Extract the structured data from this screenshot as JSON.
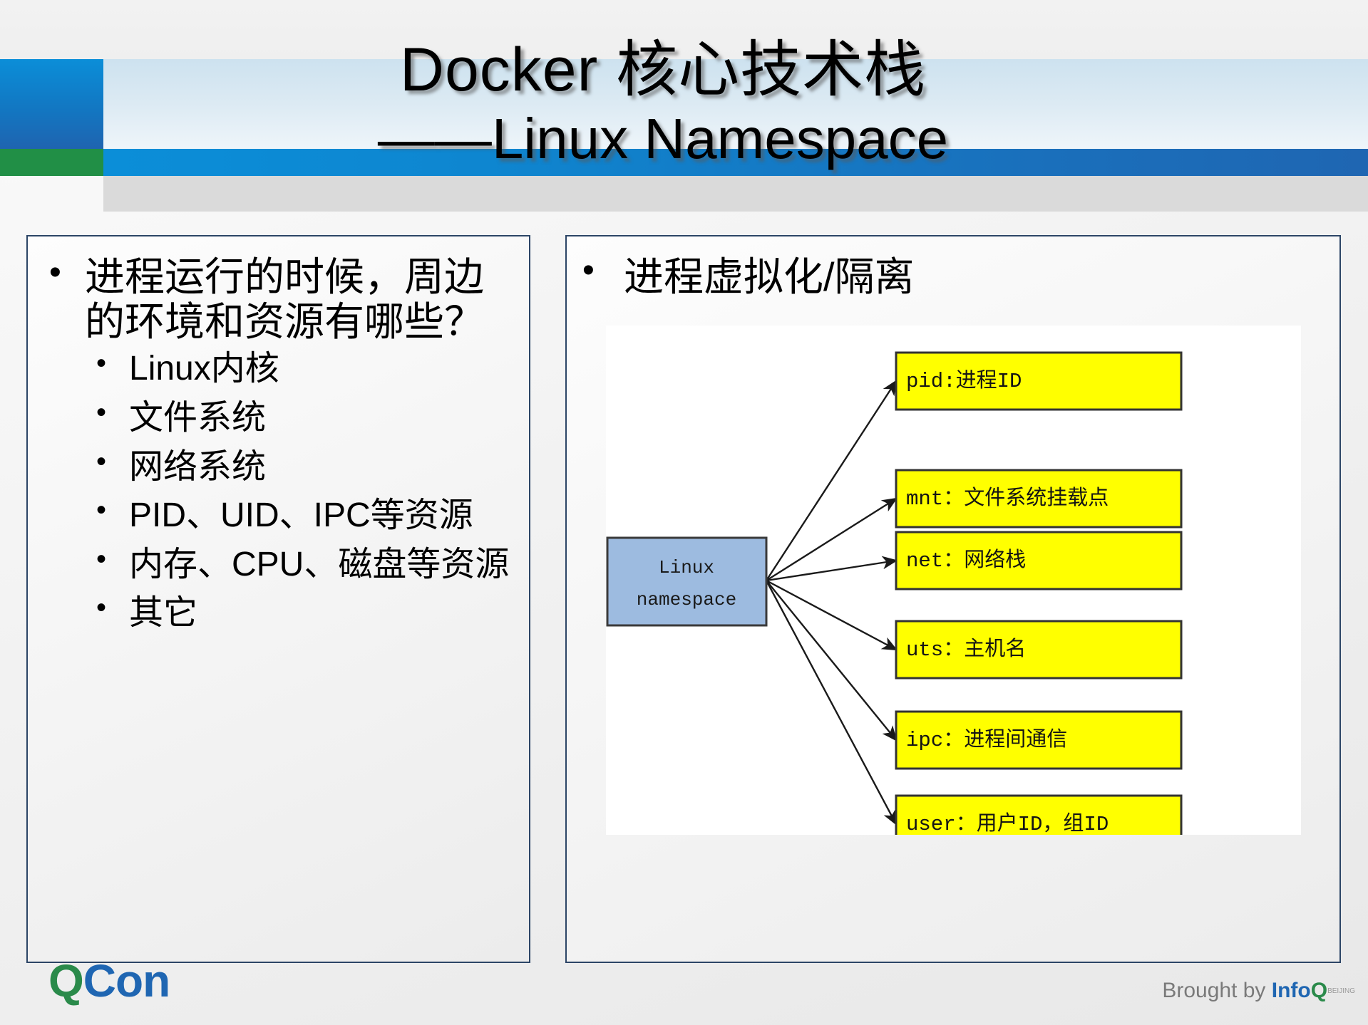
{
  "slide": {
    "title_line_1": "Docker 核心技术栈",
    "title_line_2": "——Linux Namespace"
  },
  "left_panel": {
    "bullet_main": "进程运行的时候，周边的环境和资源有哪些？",
    "sub_bullets": [
      "Linux内核",
      "文件系统",
      "网络系统",
      "PID、UID、IPC等资源",
      "内存、CPU、磁盘等资源",
      "其它"
    ]
  },
  "right_panel": {
    "heading": "进程虚拟化/隔离",
    "diagram": {
      "source_box": {
        "line_1": "Linux",
        "line_2": "namespace",
        "fill": "#9dbbe0",
        "stroke": "#3a3a3a"
      },
      "targets": [
        {
          "label": "pid:进程ID"
        },
        {
          "label": "mnt：文件系统挂载点"
        },
        {
          "label": "net：网络栈"
        },
        {
          "label": "uts：主机名"
        },
        {
          "label": "ipc：进程间通信"
        },
        {
          "label": "user：用户ID，组ID"
        }
      ],
      "target_fill": "#ffff00",
      "target_stroke": "#333333",
      "arrow_color": "#1a1a1a"
    }
  },
  "footer": {
    "qcon_q": "Q",
    "qcon_con": "Con",
    "brought_by": "Brought by ",
    "infoq_info": "Info",
    "infoq_q": "Q",
    "infoq_tm": "BEIJING"
  },
  "theme": {
    "accent_blue": "#1f66b2",
    "accent_cyan": "#0b8ed8",
    "accent_green": "#218f46",
    "panel_border": "#2c4566",
    "highlight_yellow": "#ffff00"
  }
}
